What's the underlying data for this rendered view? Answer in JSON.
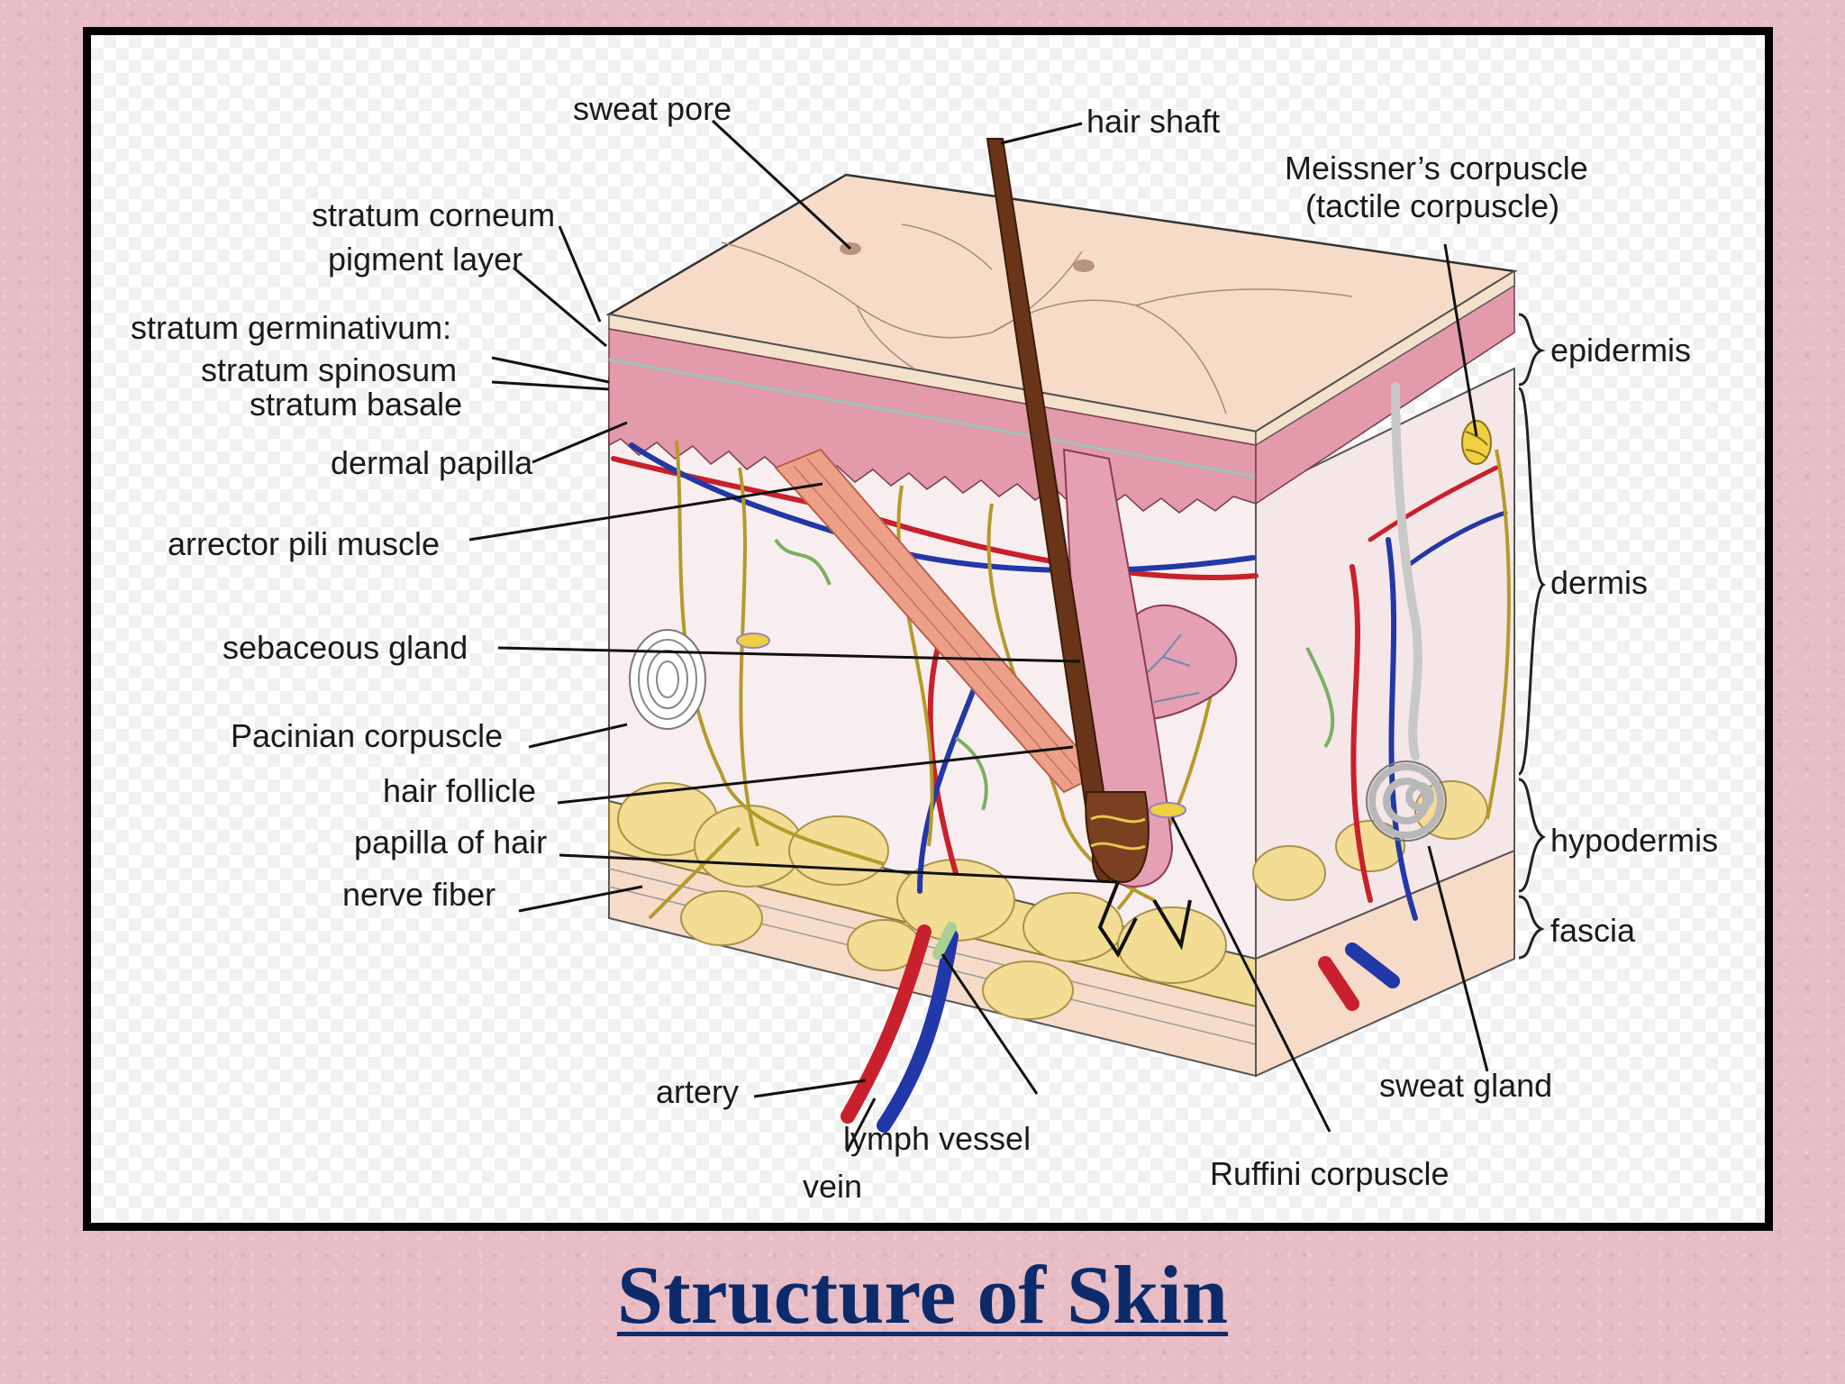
{
  "title": "Structure of Skin",
  "labels": {
    "sweat_pore": "sweat pore",
    "hair_shaft": "hair shaft",
    "meissner_line1": "Meissner’s corpuscle",
    "meissner_line2": "(tactile corpuscle)",
    "stratum_corneum": "stratum corneum",
    "pigment_layer": "pigment layer",
    "stratum_germinativum": "stratum germinativum:",
    "stratum_spinosum": "stratum spinosum",
    "stratum_basale": "stratum basale",
    "dermal_papilla": "dermal papilla",
    "arrector_pili_muscle": "arrector pili muscle",
    "sebaceous_gland": "sebaceous gland",
    "pacinian_corpuscle": "Pacinian corpuscle",
    "hair_follicle": "hair follicle",
    "papilla_of_hair": "papilla of hair",
    "nerve_fiber": "nerve fiber",
    "artery": "artery",
    "vein": "vein",
    "lymph_vessel": "lymph vessel",
    "ruffini_corpuscle": "Ruffini corpuscle",
    "sweat_gland": "sweat gland",
    "epidermis": "epidermis",
    "dermis": "dermis",
    "hypodermis": "hypodermis",
    "fascia": "fascia"
  },
  "colors": {
    "title": "#0d2b6b",
    "background": "#e8bcc4",
    "surface": "#f6dcc8",
    "epidermis": "#e39aaa",
    "dermis": "#f8eef0",
    "fat": "#f3dc94",
    "artery": "#c8202c",
    "vein": "#2238a8",
    "nerve": "#b49a2a",
    "hair": "#6a3418",
    "muscle": "#eca088"
  }
}
